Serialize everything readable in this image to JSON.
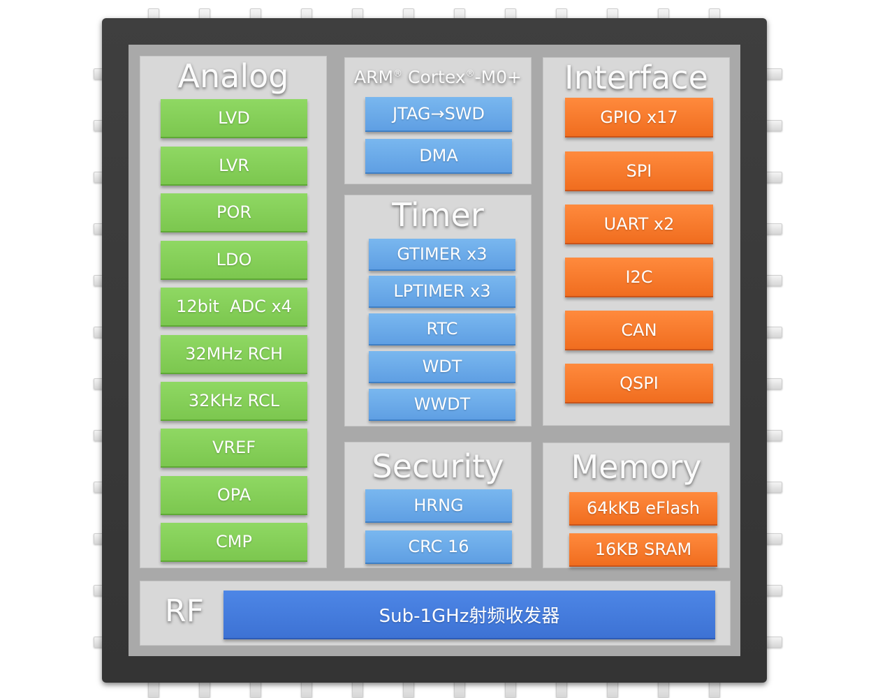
{
  "analog": {
    "title": "Analog",
    "items": [
      "LVD",
      "LVR",
      "POR",
      "LDO",
      "12bit  ADC x4",
      "32MHz RCH",
      "32KHz RCL",
      "VREF",
      "OPA",
      "CMP"
    ]
  },
  "cpu": {
    "title_main": "ARM",
    "title_reg": "®",
    "title_mid": "Cortex",
    "title_reg2": "®",
    "title_tail": "-M0+",
    "items": [
      "JTAG→SWD",
      "DMA"
    ]
  },
  "timer": {
    "title": "Timer",
    "items": [
      "GTIMER x3",
      "LPTIMER x3",
      "RTC",
      "WDT",
      "WWDT"
    ]
  },
  "security": {
    "title": "Security",
    "items": [
      "HRNG",
      "CRC 16"
    ]
  },
  "interface": {
    "title": "Interface",
    "items": [
      "GPIO x17",
      "SPI",
      "UART x2",
      "I2C",
      "CAN",
      "QSPI"
    ]
  },
  "memory": {
    "title": "Memory",
    "items": [
      "64kKB eFlash",
      "16KB SRAM"
    ]
  },
  "rf": {
    "title": "RF",
    "block": "Sub-1GHz射频收发器"
  },
  "colors": {
    "chip_body": "#3a3a3a",
    "analog_green": "#84cf58",
    "core_blue": "#6aaae8",
    "interface_orange": "#f57a2a",
    "rf_blue": "#4479dc"
  }
}
